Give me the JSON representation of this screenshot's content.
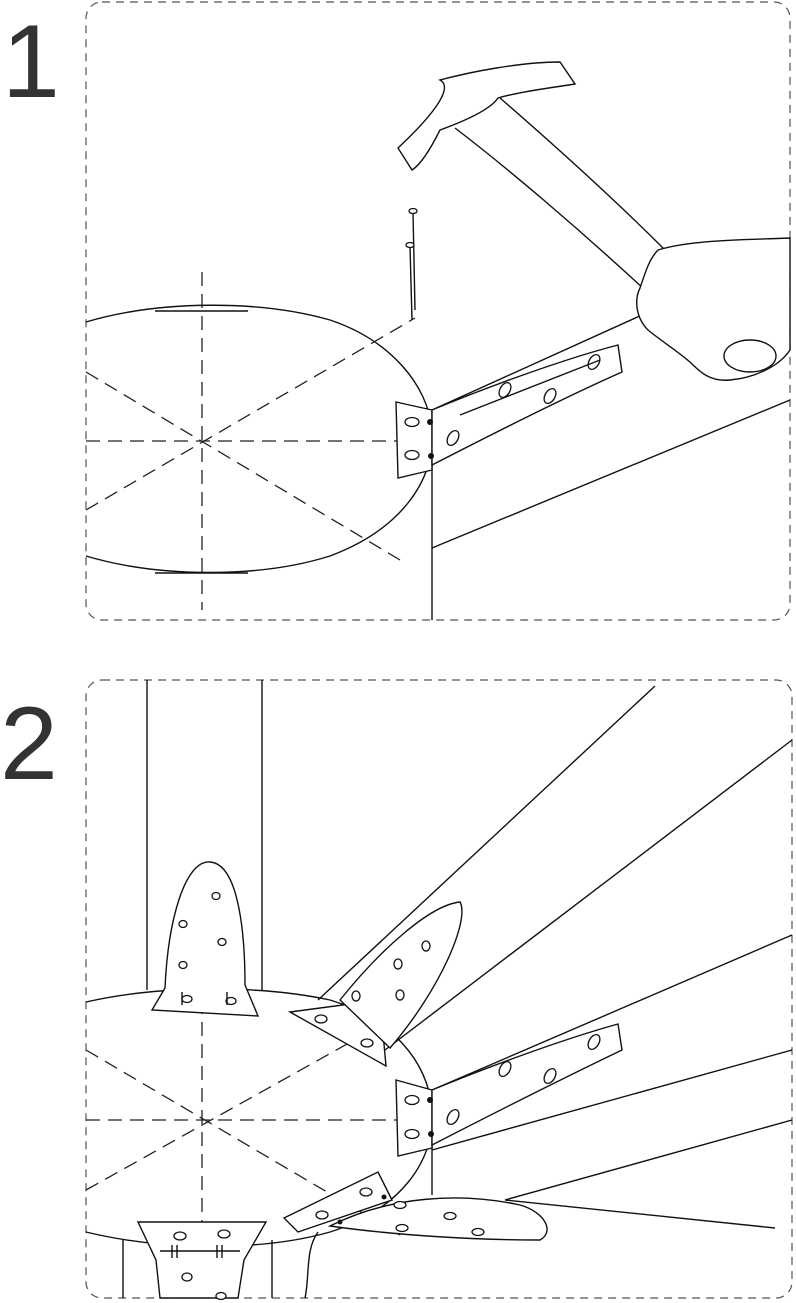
{
  "steps": [
    {
      "number": "1",
      "illustration": "hammering-nails-into-bracket"
    },
    {
      "number": "2",
      "illustration": "five-brackets-attached-around-hub"
    }
  ],
  "icons": [
    "hammer-icon",
    "hand-icon",
    "nail-icon",
    "bracket-icon"
  ]
}
